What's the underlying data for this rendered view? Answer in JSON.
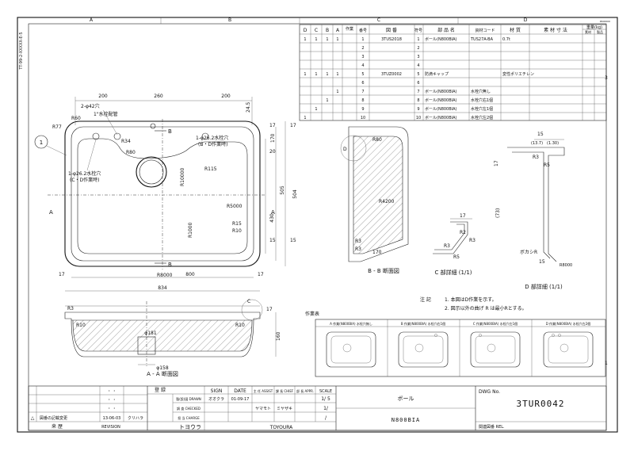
{
  "zones": {
    "top": [
      "A",
      "B",
      "C",
      "D"
    ],
    "side": [
      "3",
      "1"
    ]
  },
  "stamp": {
    "corner_code": "P400000"
  },
  "margin_note": "TT-99-2-XXXXX-E-5",
  "parts_table": {
    "headers": [
      "D",
      "C",
      "B",
      "A",
      "作業",
      "番号",
      "図 番",
      "符号",
      "部 品 名",
      "資材コード",
      "材 質",
      "素 材 寸 法",
      "重量(kg)"
    ],
    "weight_sub": [
      "素材",
      "製品"
    ],
    "rows": [
      {
        "flags": [
          "1",
          "1",
          "1",
          "1"
        ],
        "no": "1",
        "drawing": "3TUS2018",
        "sym": "1",
        "name": "ボール(N800BIA)",
        "code": "TUS27A-BA",
        "material": "0.7t"
      },
      {
        "flags": [
          "",
          "",
          "",
          ""
        ],
        "no": "2",
        "drawing": "",
        "sym": "2",
        "name": "",
        "code": "",
        "material": ""
      },
      {
        "flags": [
          "",
          "",
          "",
          ""
        ],
        "no": "3",
        "drawing": "",
        "sym": "3",
        "name": "",
        "code": "",
        "material": ""
      },
      {
        "flags": [
          "",
          "",
          "",
          ""
        ],
        "no": "4",
        "drawing": "",
        "sym": "4",
        "name": "",
        "code": "",
        "material": ""
      },
      {
        "flags": [
          "1",
          "1",
          "1",
          "1"
        ],
        "no": "5",
        "drawing": "3TUZ0002",
        "sym": "5",
        "name": "防滴キャップ",
        "code": "",
        "material": "変性ポリエチレン"
      },
      {
        "flags": [
          "",
          "",
          "",
          ""
        ],
        "no": "6",
        "drawing": "",
        "sym": "6",
        "name": "",
        "code": "",
        "material": ""
      },
      {
        "flags": [
          "",
          "",
          "",
          "1"
        ],
        "no": "7",
        "drawing": "",
        "sym": "7",
        "name": "ボール(N800BIA)",
        "code": "水栓穴無し",
        "material": ""
      },
      {
        "flags": [
          "",
          "",
          "1",
          ""
        ],
        "no": "8",
        "drawing": "",
        "sym": "8",
        "name": "ボール(N800BIA)",
        "code": "水栓穴右1個",
        "material": ""
      },
      {
        "flags": [
          "",
          "1",
          "",
          ""
        ],
        "no": "9",
        "drawing": "",
        "sym": "9",
        "name": "ボール(N800BIA)",
        "code": "水栓穴左1個",
        "material": ""
      },
      {
        "flags": [
          "1",
          "",
          "",
          ""
        ],
        "no": "10",
        "drawing": "",
        "sym": "10",
        "name": "ボール(N800BIA)",
        "code": "水栓穴左2個",
        "material": ""
      }
    ]
  },
  "plan_view": {
    "dims": {
      "d200_left": "200",
      "d260": "260",
      "d200_right": "200",
      "d834": "834",
      "d800": "800",
      "h504": "504",
      "h505": "505",
      "h430": "430",
      "h170": "170",
      "h24_5": "24.5",
      "h15_a": "15",
      "h15_b": "15",
      "h17_a": "17",
      "h17_b": "17",
      "h20": "20",
      "w17_l": "17",
      "w17_r": "17"
    },
    "notes": {
      "hole_count": "2-φ42穴",
      "faucet_link": "1-φ26.2水栓穴",
      "faucet_link2": "1\"水栓配管",
      "hole_cd": "1-φ26.2水栓穴",
      "hole_cd_note": "(C・D作業時)",
      "hole_bd": "1-φ26.2水栓穴",
      "hole_bd_note": "(B・D作業時)"
    },
    "radii": {
      "r77": "R77",
      "r60": "R60",
      "r34": "R34",
      "r80": "R80",
      "r115": "R115",
      "r5000": "R5000",
      "r15": "R15",
      "r10": "R10",
      "r1000": "R1000",
      "r10000": "R10000",
      "r8000": "R8000"
    },
    "section_marks": {
      "a": "A",
      "b": "B"
    },
    "item_balloon": "1"
  },
  "section_bb": {
    "title": "B - B 断面図",
    "labels": {
      "r4200": "R4200",
      "r80": "R80",
      "r3_a": "R3",
      "r3_b": "R3",
      "d170": "170",
      "d_circle": "D"
    }
  },
  "detail_c": {
    "title": "C 部詳細 (1/1)",
    "labels": {
      "d17": "17",
      "r2": "R2",
      "r3_a": "R3",
      "r3_b": "R3",
      "r5": "R5"
    }
  },
  "detail_d": {
    "title": "D 部詳細 (1/1)",
    "labels": {
      "d15": "15",
      "d13_7": "(13.7)",
      "d1_30": "(1.30)",
      "d17": "17",
      "d73": "(73)",
      "r3": "R3",
      "r5": "R5",
      "r8000": "R8000",
      "d15b": "15",
      "caption": "ボカシR"
    }
  },
  "section_aa": {
    "title": "A - A 断面図",
    "labels": {
      "r3": "R3",
      "r10_l": "R10",
      "r10_r": "R10",
      "d181": "φ181",
      "d158": "φ158",
      "d160": "160",
      "d17": "17",
      "c_mark": "C"
    }
  },
  "notes": {
    "heading": "注 記",
    "items": [
      "1. 本図はD作業を示す。",
      "2. 図示以外の曲げ R は最小Rとする。"
    ]
  },
  "work_table": {
    "heading": "作業表",
    "columns": [
      "A 作業(N800BIA) 水栓穴無し",
      "B 作業(N800BIA) 水栓穴右1個",
      "C 作業(N800BIA) 水栓穴左1個",
      "D 作業(N800BIA) 水栓穴左2個"
    ]
  },
  "title_block": {
    "revision": {
      "row_date": "13-06-03",
      "row_text": "図番の記載変更",
      "row_person": "クリハラ",
      "mark": "△",
      "label_left": "来 歴",
      "label_right": "REVISION",
      "dots": [
        "・ ・",
        "・ ・",
        "・ ・"
      ]
    },
    "approval": {
      "reg_label": "登 録",
      "sign_label": "SIGN",
      "date_label": "DATE",
      "assist_label": "主 任 ASSIST",
      "chief_label": "課 長 CHIEF",
      "appr_label": "部 長 APPR.",
      "scale_label": "SCALE",
      "draw_label": "製(設)図 DRAWN",
      "check_label": "調 査 CHECKED",
      "charge_label": "担 当 CHARGE",
      "drawn_by": "オオクラ",
      "drawn_date": "01-09-17",
      "assist_name": "ヤマモト",
      "chief_name": "ミヤザキ",
      "scale_1": "1/ 5",
      "scale_2": "1/",
      "scale_3": "/"
    },
    "company_jp": "トヨウラ",
    "company_en": "TOYOURA",
    "part_name": "ボール",
    "part_code": "N800BIA",
    "dwg_label": "DWG No.",
    "dwg_no": "3TUR0042",
    "related_label": "関連図番 REL."
  }
}
